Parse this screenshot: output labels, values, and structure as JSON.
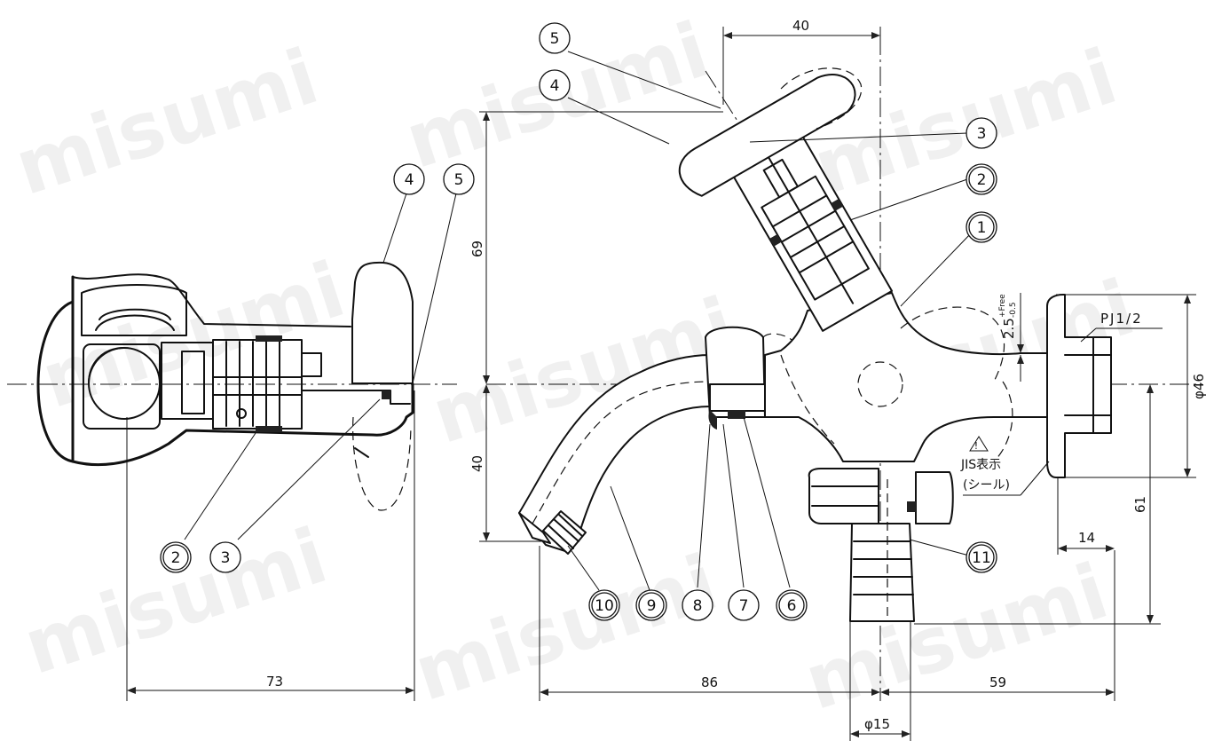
{
  "watermark": "misumi",
  "dimensions": {
    "left_width": "73",
    "top_width": "40",
    "upper_height": "69",
    "lower_height": "40",
    "spout_reach": "86",
    "body_to_thread": "59",
    "hose_dia": "φ15",
    "outer_dia": "φ46",
    "thread_len": "14",
    "outlet_height": "61",
    "clearance": "2.5",
    "clearance_tol_upper": "+Free",
    "clearance_tol_lower": "-0.5"
  },
  "labels": {
    "thread": "PJ1/2",
    "jis_line1": "JIS表示",
    "jis_line2": "(シール)",
    "warning_mark": "!"
  },
  "balloons_left": [
    "4",
    "5",
    "2",
    "3"
  ],
  "balloons_right": [
    "5",
    "4",
    "3",
    "2",
    "1",
    "11",
    "10",
    "9",
    "8",
    "7",
    "6"
  ]
}
